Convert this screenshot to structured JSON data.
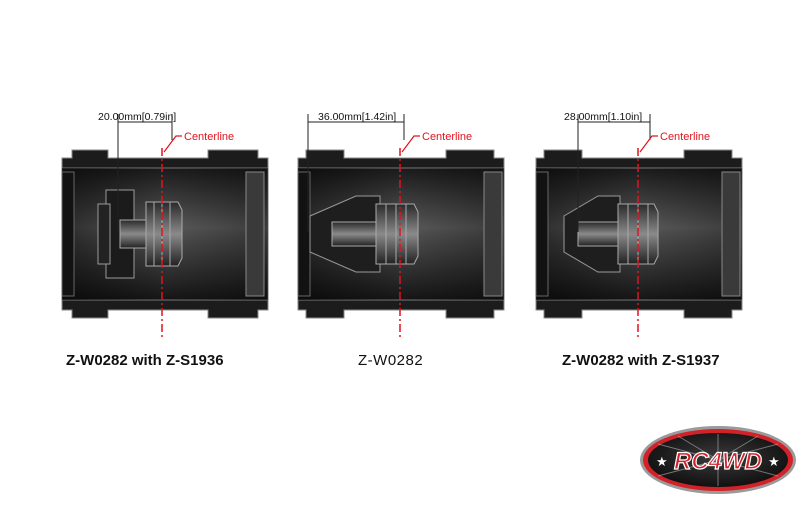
{
  "panels": [
    {
      "dimension": "20.00mm[0.79in]",
      "centerline_label": "Centerline",
      "caption": "Z-W0282 with Z-S1936"
    },
    {
      "dimension": "36.00mm[1.42in]",
      "centerline_label": "Centerline",
      "caption": "Z-W0282"
    },
    {
      "dimension": "28.00mm[1.10in]",
      "centerline_label": "Centerline",
      "caption": "Z-W0282 with Z-S1937"
    }
  ],
  "logo": {
    "text": "RC4WD"
  },
  "colors": {
    "centerline": "#e0141e",
    "wheel_dark": "#151515",
    "wheel_light": "#4a4a4a",
    "logo_red": "#d3212a"
  }
}
